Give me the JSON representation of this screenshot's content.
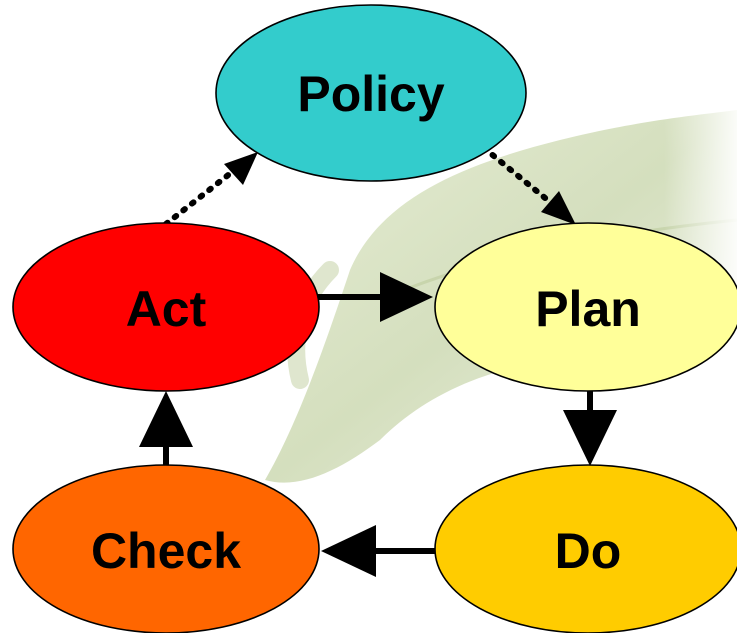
{
  "nodes": {
    "policy": {
      "label": "Policy",
      "color": "#33cccc"
    },
    "act": {
      "label": "Act",
      "color": "#ff0000"
    },
    "plan": {
      "label": "Plan",
      "color": "#ffff99"
    },
    "do": {
      "label": "Do",
      "color": "#ffcc00"
    },
    "check": {
      "label": "Check",
      "color": "#ff6600"
    }
  },
  "edges": [
    {
      "from": "act",
      "to": "policy",
      "style": "dotted"
    },
    {
      "from": "policy",
      "to": "plan",
      "style": "dotted"
    },
    {
      "from": "act",
      "to": "plan",
      "style": "solid"
    },
    {
      "from": "plan",
      "to": "do",
      "style": "solid"
    },
    {
      "from": "do",
      "to": "check",
      "style": "solid"
    },
    {
      "from": "check",
      "to": "act",
      "style": "solid"
    }
  ],
  "background": {
    "decoration": "faded-leaf-watermark"
  }
}
